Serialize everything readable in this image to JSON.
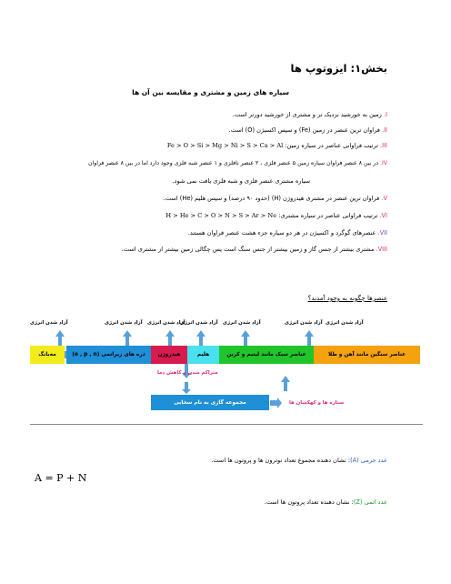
{
  "section": {
    "title": "بخش۱: ایزوتوپ ها",
    "subtitle": "سیاره های زمین و مشتری و مقایسه بین آن ها"
  },
  "items": [
    {
      "num": "I.",
      "text": " زمین به خورشید نزدیک تر و مشتری از خورشید دورتر است."
    },
    {
      "num": "II.",
      "text": " فراوان ترین عنصر در زمین (Fe) و سپس اکسیژن (O) است."
    },
    {
      "num": "III.",
      "text": " ترتیب فراوانی عناصر در سیاره زمین:",
      "formula": "Fe > O > Si > Mg > Ni > S > Ca > Al"
    },
    {
      "num": "IV.",
      "text": " در بین ۸ عنصر فراوان سیاره زمین ۵ عنصر فلزی ، ۲ عنصر نافلزی و ۱ عنصر شبه فلزی وجود دارد اما در بین ۸ عنصر فراوان",
      "text2": "سیاره مشتری عنصر فلزی و شبه فلزی یافت نمی شود."
    },
    {
      "num": "V.",
      "text": " فراوان ترین عنصر در مشتری هیدروژن (H) (حدود ۹۰ درصد) و سپس هلیم (He) است."
    },
    {
      "num": "VI.",
      "text": " ترتیب فراوانی عناصر در سیاره مشتری:",
      "formula": "H > He > C > O > N > S > Ar > Ne"
    },
    {
      "num": "VII.",
      "text": " عنصرهای گوگرد و اکسیژن در هر دو سیاره جزء هشت عنصر فراوان هستند."
    },
    {
      "num": "VIII.",
      "text": " مشتری بیشتر از جنس گاز و زمین بیشتر از جنس سنگ است پس چگالی زمین بیشتر از مشتری است."
    }
  ],
  "origin": {
    "title": "عنصرها چگونه به وجود آمدند؟",
    "energy_label": "آزاد شدن انرژی",
    "segments": [
      {
        "label": "مه‌بانگ",
        "color": "#f2ec1c"
      },
      {
        "label": "ذره های زیراتمی (e , p , n)",
        "color": "#1f8fd6"
      },
      {
        "label": "هیدروژن",
        "color": "#d81b4e"
      },
      {
        "label": "هلیم",
        "color": "#49e0f0"
      },
      {
        "label": "عناصر سبک مانند لیتیم و کربن",
        "color": "#21c42a"
      },
      {
        "label": "عناصر سنگین مانند آهن و طلا",
        "color": "#f5a20f"
      }
    ],
    "cooling_label": "متراکم شدن و کاهش دما",
    "galaxy_box": "مجموعه گازی به نام سحابی",
    "stars_label": "ستاره ها و کهکشان ها",
    "colors": {
      "arrow": "#5aa0d8",
      "cooling": "#e0287a",
      "galaxy_box": "#1f8fd6",
      "stars": "#e0287a"
    }
  },
  "definitions": {
    "mass_label": "عدد جرمی (A)",
    "mass_text": ": نشان دهنده مجموع تعداد نوترون ها و پروتون ها است.",
    "formula": "A = P + N",
    "atomic_label": "عدد اتمی (Z)",
    "atomic_text": ": نشان دهنده تعداد پروتون ها است."
  }
}
